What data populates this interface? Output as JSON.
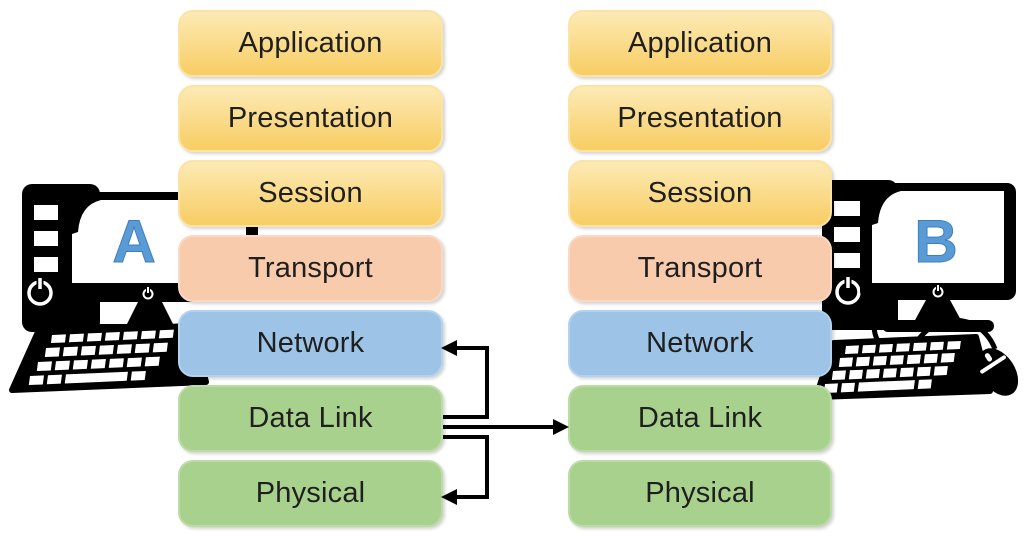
{
  "diagram": {
    "kind": "OSI reference model - communication between two hosts",
    "background": "#ffffff"
  },
  "colors": {
    "layer_yellow_top": "#FCEAB5",
    "layer_yellow_bottom": "#F8CD63",
    "layer_yellow_border": "#FAE3A3",
    "layer_peach": "#F8CBAD",
    "layer_peach_border": "#FAD9C4",
    "layer_blue": "#9DC3E6",
    "layer_blue_border": "#B3D2EE",
    "layer_green": "#A9D18E",
    "layer_green_border": "#BCDBA6",
    "text": "#1f1f1f",
    "computer": "#000000",
    "letter_blue": "#5B9BD5",
    "arrow": "#000000",
    "bg": "#ffffff"
  },
  "computers": {
    "a": {
      "label": "A"
    },
    "b": {
      "label": "B"
    }
  },
  "stack_a": {
    "layers": [
      {
        "label": "Application",
        "color": "yellow"
      },
      {
        "label": "Presentation",
        "color": "yellow"
      },
      {
        "label": "Session",
        "color": "yellow"
      },
      {
        "label": "Transport",
        "color": "peach"
      },
      {
        "label": "Network",
        "color": "blue"
      },
      {
        "label": "Data Link",
        "color": "green"
      },
      {
        "label": "Physical",
        "color": "green"
      }
    ]
  },
  "stack_b": {
    "layers": [
      {
        "label": "Application",
        "color": "yellow"
      },
      {
        "label": "Presentation",
        "color": "yellow"
      },
      {
        "label": "Session",
        "color": "yellow"
      },
      {
        "label": "Transport",
        "color": "peach"
      },
      {
        "label": "Network",
        "color": "blue"
      },
      {
        "label": "Data Link",
        "color": "green"
      },
      {
        "label": "Physical",
        "color": "green"
      }
    ]
  },
  "arrows": [
    {
      "from": "stack-a-data-link",
      "to": "stack-a-network",
      "shape": "elbow-up",
      "direction": "left"
    },
    {
      "from": "stack-a-data-link",
      "to": "stack-b-data-link",
      "shape": "straight",
      "direction": "right"
    },
    {
      "from": "stack-a-data-link",
      "to": "stack-a-physical",
      "shape": "elbow-down",
      "direction": "left"
    }
  ]
}
